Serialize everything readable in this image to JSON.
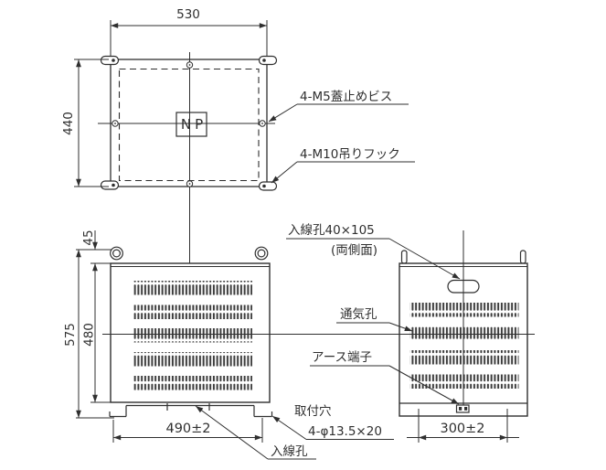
{
  "drawing": {
    "style": {
      "line_color": "#2f2f2f",
      "background": "#ffffff",
      "vent_slat_color": "#3d3d3d"
    },
    "top_view": {
      "dim_width": "530",
      "dim_height": "440",
      "nameplate": "NP",
      "callout_lid_screws": "4-M5蓋止めビス",
      "callout_lift_hooks": "4-M10吊りフック"
    },
    "front_view": {
      "dim_hook_height": "45",
      "dim_total_height": "575",
      "dim_body_height": "480",
      "dim_mount_width": "490±2",
      "callout_cable_entry": "入線孔",
      "callout_mount_hole": "取付穴",
      "callout_mount_hole_spec": "4-φ13.5×20"
    },
    "side_view": {
      "dim_mount_depth": "300±2",
      "callout_cable_entry": "入線孔40×105",
      "callout_cable_entry_note": "(両側面)",
      "callout_vent": "通気孔",
      "callout_earth": "アース端子"
    }
  }
}
